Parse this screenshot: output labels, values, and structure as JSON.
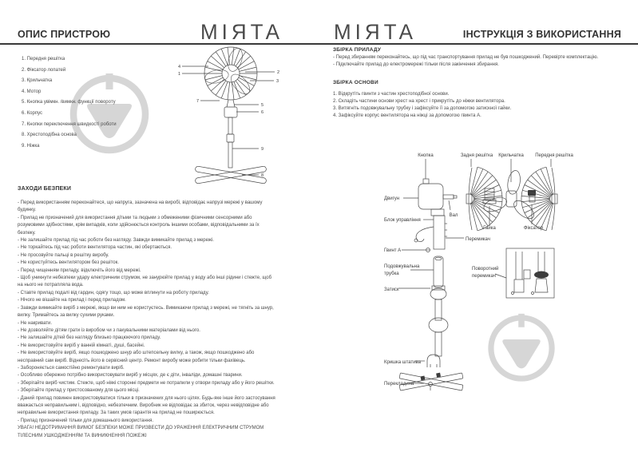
{
  "brand": {
    "logo": "MIЯTA"
  },
  "left_page": {
    "title": "ОПИС ПРИСТРОЮ",
    "parts_list": [
      "1. Передня решітка",
      "2. Фіксатор лопатей",
      "3. Крильчатка",
      "4. Мотор",
      "5. Кнопка увімкн. /вимкн. функції повороту",
      "6. Корпус",
      "7. Кнопки переключення швидкості роботи",
      "8. Хрестоподібна основа",
      "9. Ніжка"
    ],
    "callouts": [
      "1",
      "2",
      "3",
      "4",
      "5",
      "6",
      "7",
      "8",
      "9"
    ],
    "safety": {
      "heading": "ЗАХОДИ БЕЗПЕКИ",
      "items": [
        "- Перед використанням переконайтеся, що напруга, зазначена на виробі, відповідає напрузі мережі у вашому будинку.",
        "- Прилад не призначений для використання дітьми та людьми з обмеженими фізичними сенсорними або розумовими здібностями, крім випадків, коли здійснюється контроль іншими особами, відповідальними за їх безпеку.",
        "- Не залишайте прилад під час роботи без нагляду. Завжди вимикайте прилад з мережі.",
        "- Не торкайтесь під час роботи вентилятора частин, які обертаються.",
        "- Не просовуйте пальці в решітку виробу.",
        "- Не користуйтесь вентилятором без решіток.",
        "- Перед чищенням приладу, відключіть його від мережі.",
        "- Щоб уникнути небезпеки удару електричним струмом, не занурюйте прилад у воду або інші рідини і стежте, щоб на нього не потрапляла вода.",
        "- Ставте прилад подалі від гардин, одягу тощо, що може вплинути на роботу приладу.",
        "- Нічого не вішайте на прилад і перед приладом.",
        "- Завжди вимикайте виріб з мережі, якщо ви ним не користуєтесь. Вимикаючи прилад з мережі, не тягніть за шнур, вилку. Тримайтесь за вилку сухими руками.",
        "- Не накривати.",
        "- Не дозволяйте дітям грати із виробом чи з пакувальними матеріалами від нього.",
        "- Не залишайте дітей без нагляду близько працюючого приладу.",
        "- Не використовуйте виріб у ванній кімнаті, душі, басейні.",
        "- Не використовуйте виріб, якщо пошкоджено шнур або штепсельну вилку, а також, якщо пошкоджено або несправний сам виріб. Віднесіть його в сервісний центр. Ремонт виробу може робити тільки фахівець.",
        "- Забороняється самостійно ремонтувати виріб.",
        "- Особливо обережно потрібно використовувати виріб у місцях, де є діти, інваліди, домашні тварини.",
        "- Зберігайте виріб чистим. Стежте, щоб ніякі сторонні предмети не потрапили у отвори приладу або у його решітки.",
        "- Зберігайте прилад у пристосованому для цього місці.",
        "- Даний прилад повинен використовуватися тільки в призначених для нього цілях. Будь-яке інше його застосування вважається неправильним і, відповідно, небезпечним. Виробник не відповідає за збиток, через невідповідне або неправильне використання приладу. За таких умов гарантія на прилад не поширюється.",
        "- Прилад призначений тільки для домашнього використання."
      ],
      "warning": "УВАГА! НЕДОТРИМАННЯ ВИМОГ БЕЗПЕКИ МОЖЕ ПРИЗВЕСТИ ДО УРАЖЕННЯ ЕЛЕКТРИЧНИМ СТРУМОМ ТІЛЕСНИМ УШКОДЖЕННЯМ ТА ВИНИКНЕННЯ ПОЖЕЖІ"
    }
  },
  "right_page": {
    "title": "ІНСТРУКЦІЯ З ВИКОРИСТАННЯ",
    "assembly_device": {
      "heading": "ЗБІРКА ПРИЛАДУ",
      "items": [
        "- Перед збиранням переконайтесь, що під час транспортування прилад не був пошкоджений. Перевірте комплектацію.",
        "- Підключайте прилад до електромережі тільки після закінчення збирання."
      ]
    },
    "assembly_base": {
      "heading": "ЗБІРКА ОСНОВИ",
      "steps": [
        "1. Відкрутіть гвинти з частин хрестоподібної основи.",
        "2. Складіть частини основи хрест на хрест і прикрутіть до ніжки вентилятора.",
        "3. Витягніть подовжувальну трубку і зафіксуйте її за допомогою затискної гайки.",
        "4. Зафіксуйте корпус вентилятора на ніжці за допомогою гвинта А."
      ]
    },
    "diagram": {
      "button": "Кнопка",
      "back_grille": "Задня решітка",
      "impeller": "Крильчатка",
      "front_grille": "Передня решітка",
      "motor": "Двигун",
      "shaft": "Вал",
      "control_unit": "Блок управління",
      "switch": "Перемикач",
      "screw_a": "Гвинт А",
      "extension_tube_line1": "Подовжувальна",
      "extension_tube_line2": "трубка",
      "clamp": "Затиск",
      "rotary_switch_line1": "Поворотний",
      "rotary_switch_line2": "перемикач",
      "nut": "Гайка",
      "fixator": "Фіксатор",
      "tripod_cover": "Кришка штатива",
      "crossbar": "Перекладина"
    }
  }
}
